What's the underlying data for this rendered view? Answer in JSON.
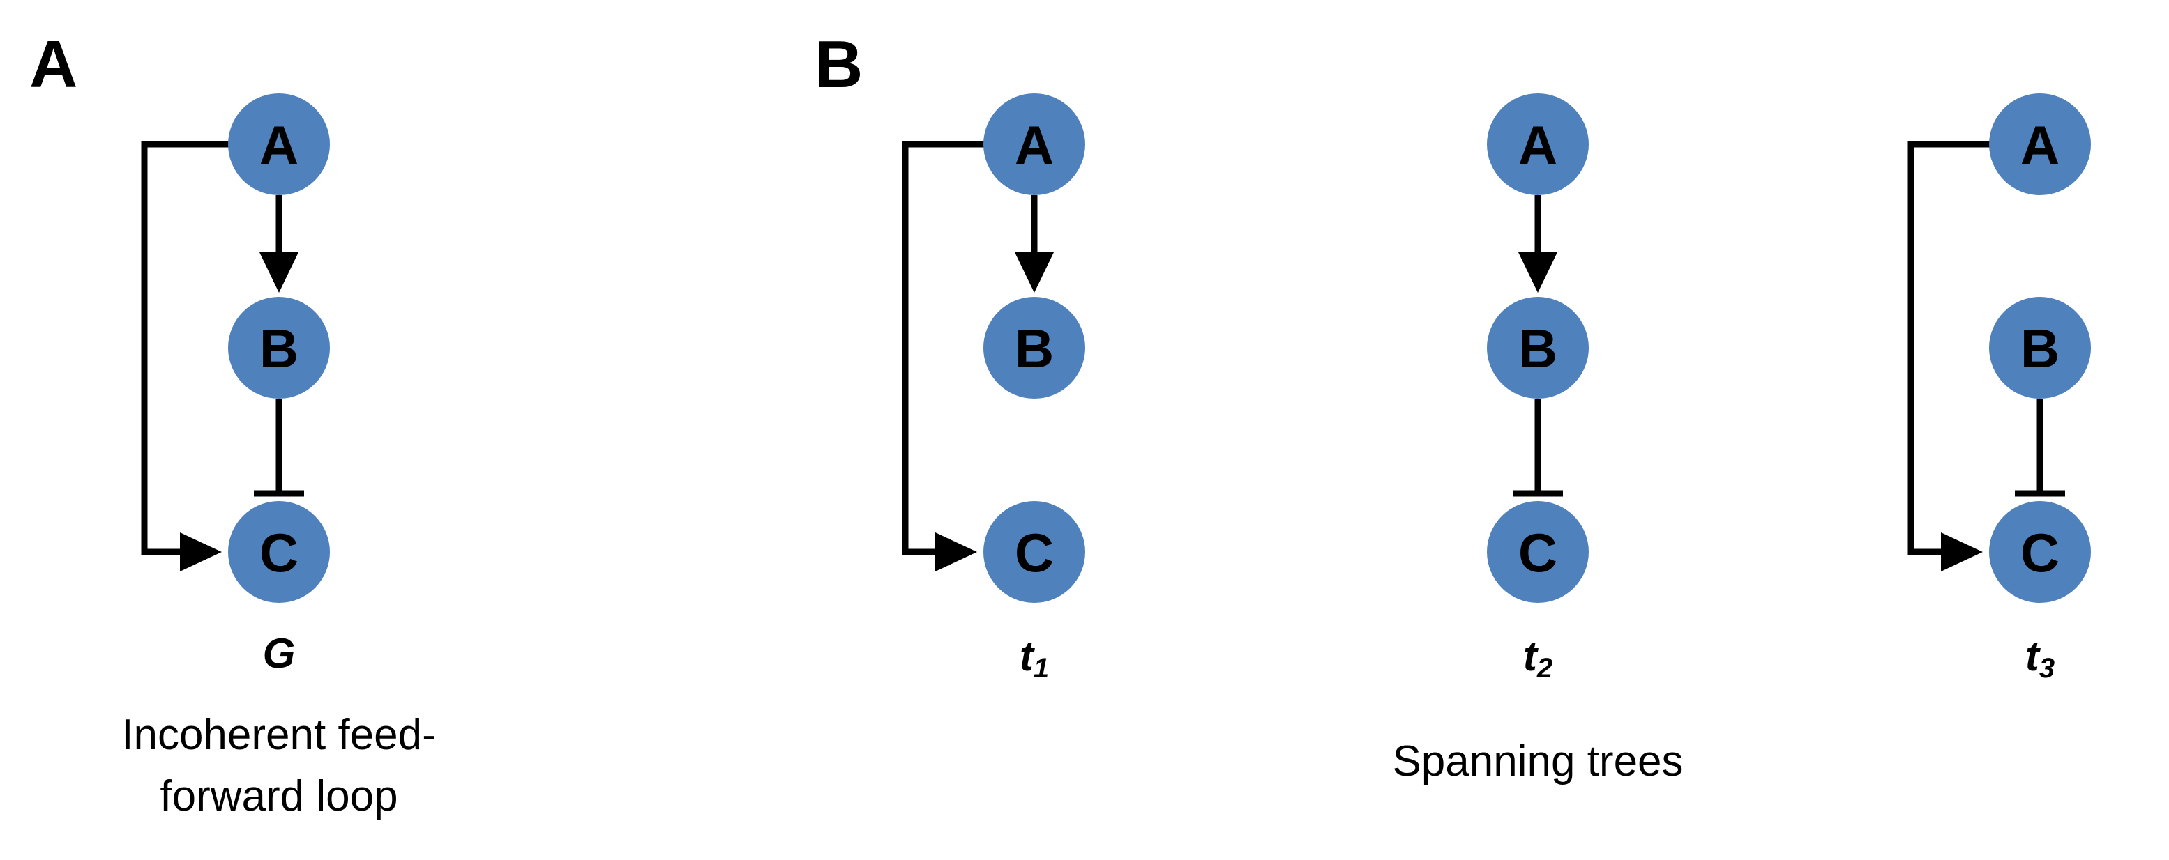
{
  "panels": {
    "a": {
      "letter": "A"
    },
    "b": {
      "letter": "B"
    }
  },
  "nodes": {
    "a": "A",
    "b": "B",
    "c": "C"
  },
  "graphs": {
    "g": {
      "name": "G",
      "subscript": ""
    },
    "t1": {
      "name": "t",
      "subscript": "1"
    },
    "t2": {
      "name": "t",
      "subscript": "2"
    },
    "t3": {
      "name": "t",
      "subscript": "3"
    }
  },
  "captions": {
    "panel_a_line1": "Incoherent feed-",
    "panel_a_line2": "forward loop",
    "panel_b": "Spanning trees"
  },
  "colors": {
    "node_fill": "#4f81bd",
    "edge": "#000000"
  }
}
